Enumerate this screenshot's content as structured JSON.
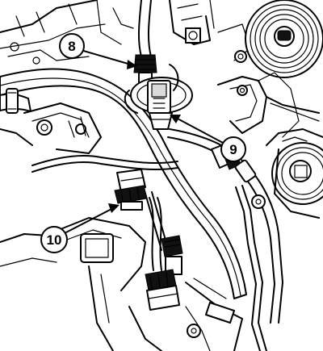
{
  "callouts": [
    {
      "id": "callout-8",
      "label": "8"
    },
    {
      "id": "callout-9",
      "label": "9"
    },
    {
      "id": "callout-10",
      "label": "10"
    }
  ]
}
